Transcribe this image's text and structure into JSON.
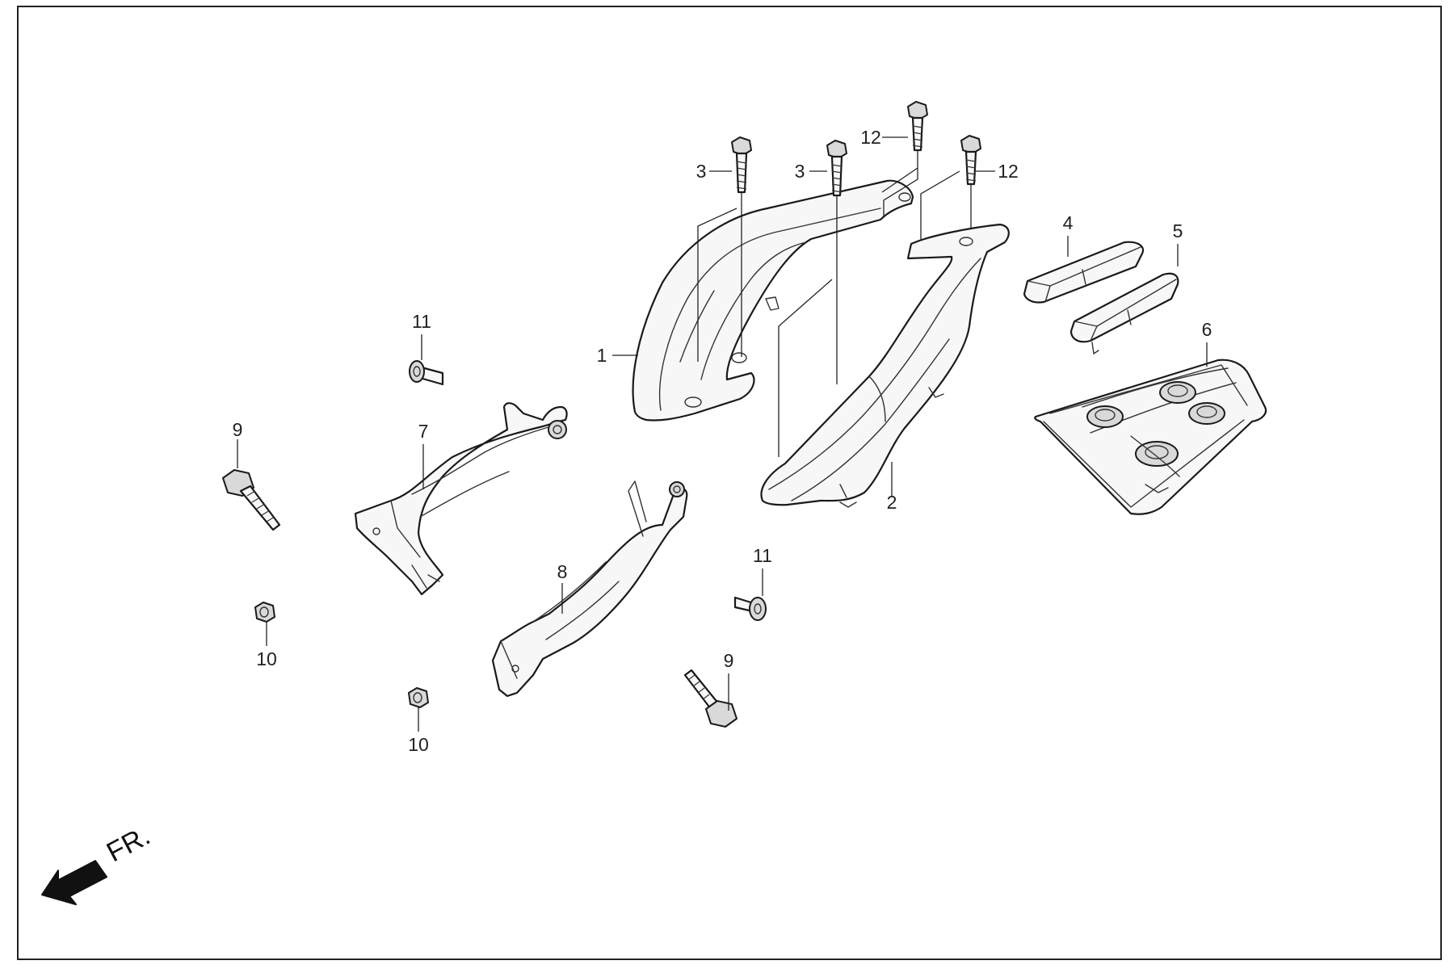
{
  "diagram": {
    "callouts": [
      {
        "id": "c1",
        "label": "1"
      },
      {
        "id": "c2",
        "label": "2"
      },
      {
        "id": "c3a",
        "label": "3"
      },
      {
        "id": "c3b",
        "label": "3"
      },
      {
        "id": "c4",
        "label": "4"
      },
      {
        "id": "c5",
        "label": "5"
      },
      {
        "id": "c6",
        "label": "6"
      },
      {
        "id": "c7",
        "label": "7"
      },
      {
        "id": "c8",
        "label": "8"
      },
      {
        "id": "c9a",
        "label": "9"
      },
      {
        "id": "c9b",
        "label": "9"
      },
      {
        "id": "c10a",
        "label": "10"
      },
      {
        "id": "c10b",
        "label": "10"
      },
      {
        "id": "c11a",
        "label": "11"
      },
      {
        "id": "c11b",
        "label": "11"
      },
      {
        "id": "c12a",
        "label": "12"
      },
      {
        "id": "c12b",
        "label": "12"
      }
    ],
    "front_indicator": "FR."
  }
}
